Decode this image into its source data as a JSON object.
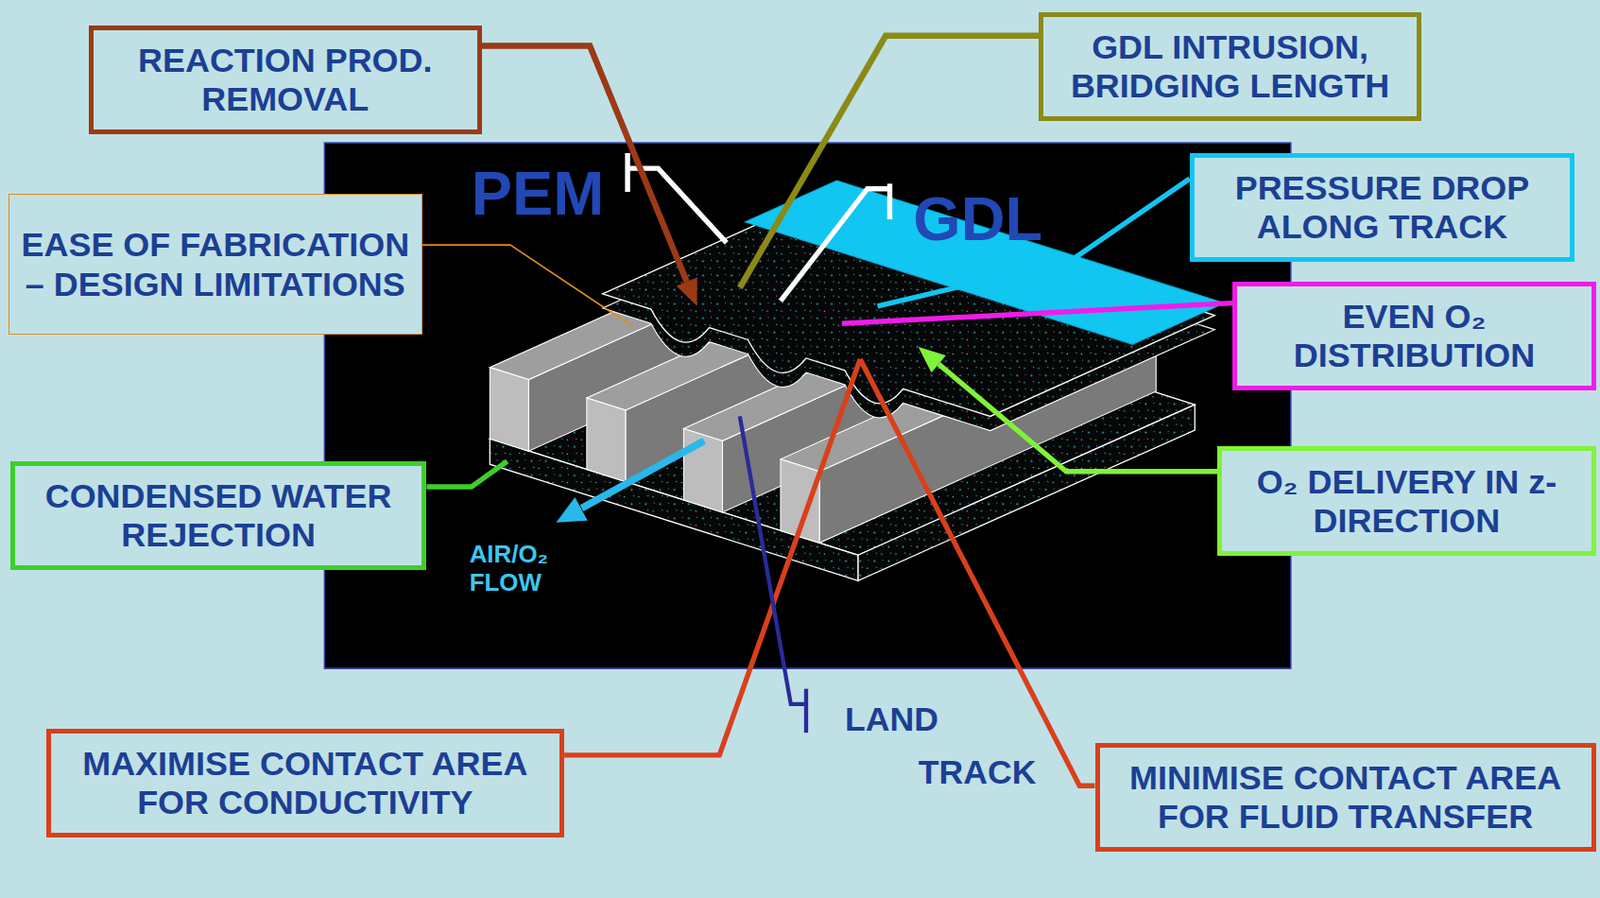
{
  "diagram": {
    "nodes": [
      {
        "text": [
          "REACTION PROD. REMOVAL"
        ]
      },
      {
        "text": [
          "GDL INTRUSION, BRIDGING LENGTH"
        ]
      },
      {
        "text": [
          "EASE OF FABRICATION – DESIGN LIMITATIONS"
        ]
      },
      {
        "text": [
          "PRESSURE DROP ALONG TRACK"
        ]
      },
      {
        "text": [
          "EVEN O₂ DISTRIBUTION"
        ]
      },
      {
        "text": [
          "CONDENSED WATER REJECTION"
        ]
      },
      {
        "text": [
          "O₂ DELIVERY IN z-DIRECTION"
        ]
      },
      {
        "text": [
          "MAXIMISE CONTACT AREA FOR CONDUCTIVITY"
        ]
      },
      {
        "text": [
          "MINIMISE CONTACT AREA FOR FLUID TRANSFER"
        ]
      }
    ],
    "labels": [
      "PEM",
      "GDL",
      "AIR/O₂ FLOW",
      "LAND",
      "TRACK"
    ]
  }
}
